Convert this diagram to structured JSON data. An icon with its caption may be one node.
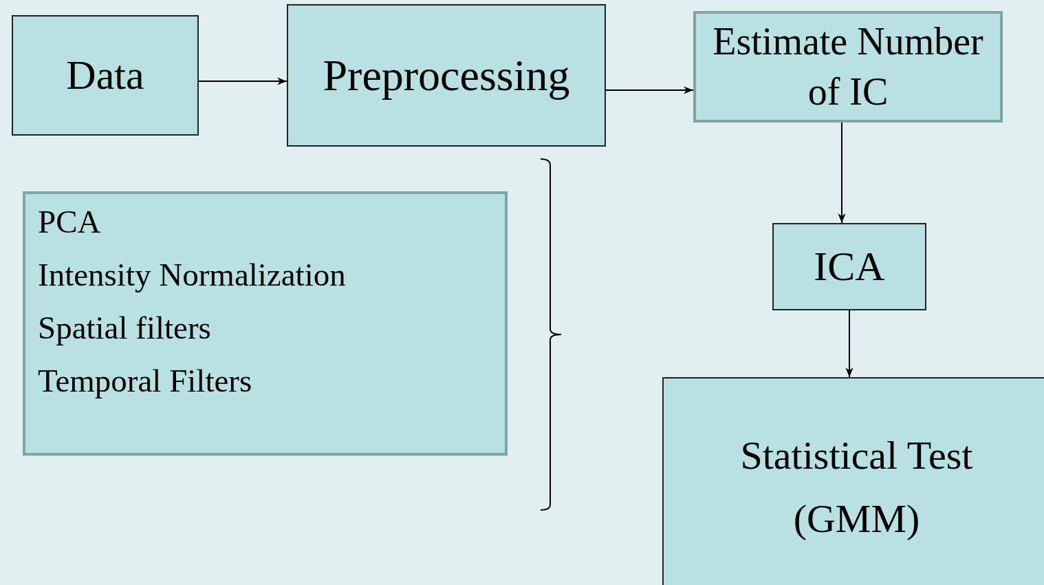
{
  "diagram": {
    "nodes": [
      {
        "text": [
          "Data"
        ]
      },
      {
        "text": [
          "Preprocessing"
        ]
      },
      {
        "text": [
          "Estimate Number of IC"
        ]
      },
      {
        "text": [
          "PCA",
          "Intensity Normalization",
          "Spatial filters",
          "Temporal Filters"
        ]
      },
      {
        "text": [
          "ICA"
        ]
      },
      {
        "text": [
          "Statistical Test (GMM)"
        ]
      }
    ],
    "edges": [
      {
        "from": 0,
        "to": 1,
        "arrow": "to"
      },
      {
        "from": 1,
        "to": 2,
        "arrow": "to"
      },
      {
        "from": 2,
        "to": 4,
        "arrow": "to"
      },
      {
        "from": 4,
        "to": 5,
        "arrow": "to"
      }
    ]
  }
}
